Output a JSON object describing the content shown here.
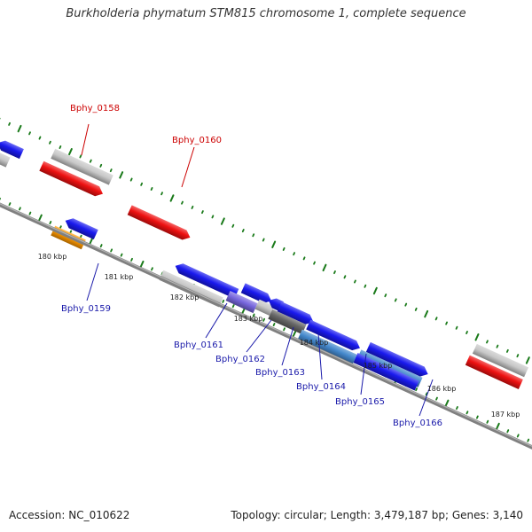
{
  "title": "Burkholderia phymatum STM815 chromosome 1, complete sequence",
  "footer": {
    "accession": "Accession: NC_010622",
    "stats": "Topology: circular; Length: 3,479,187 bp; Genes: 3,140"
  },
  "colors": {
    "backbone": "#808080",
    "tick": "#1a7a1a",
    "gene_label_red": "#cc0000",
    "gene_label_blue": "#1a1aaa",
    "forward_gene": "#ee1111",
    "reverse_gene": "#1a1aee",
    "orange_gene": "#ff9900",
    "gray_feature": "#c8c8c8",
    "violet_feature": "#7766dd",
    "darkgray_feature": "#666666",
    "steelblue_feature": "#4488cc"
  },
  "kbp_labels": [
    "180 kbp",
    "181 kbp",
    "182 kbp",
    "183 kbp",
    "184 kbp",
    "185 kbp",
    "186 kbp",
    "187 kbp"
  ],
  "gene_labels": [
    {
      "text": "Bphy_0158",
      "color": "red"
    },
    {
      "text": "Bphy_0160",
      "color": "red"
    },
    {
      "text": "Bphy_0159",
      "color": "blue"
    },
    {
      "text": "Bphy_0161",
      "color": "blue"
    },
    {
      "text": "Bphy_0162",
      "color": "blue"
    },
    {
      "text": "Bphy_0163",
      "color": "blue"
    },
    {
      "text": "Bphy_0164",
      "color": "blue"
    },
    {
      "text": "Bphy_0165",
      "color": "blue"
    },
    {
      "text": "Bphy_0166",
      "color": "blue"
    }
  ]
}
